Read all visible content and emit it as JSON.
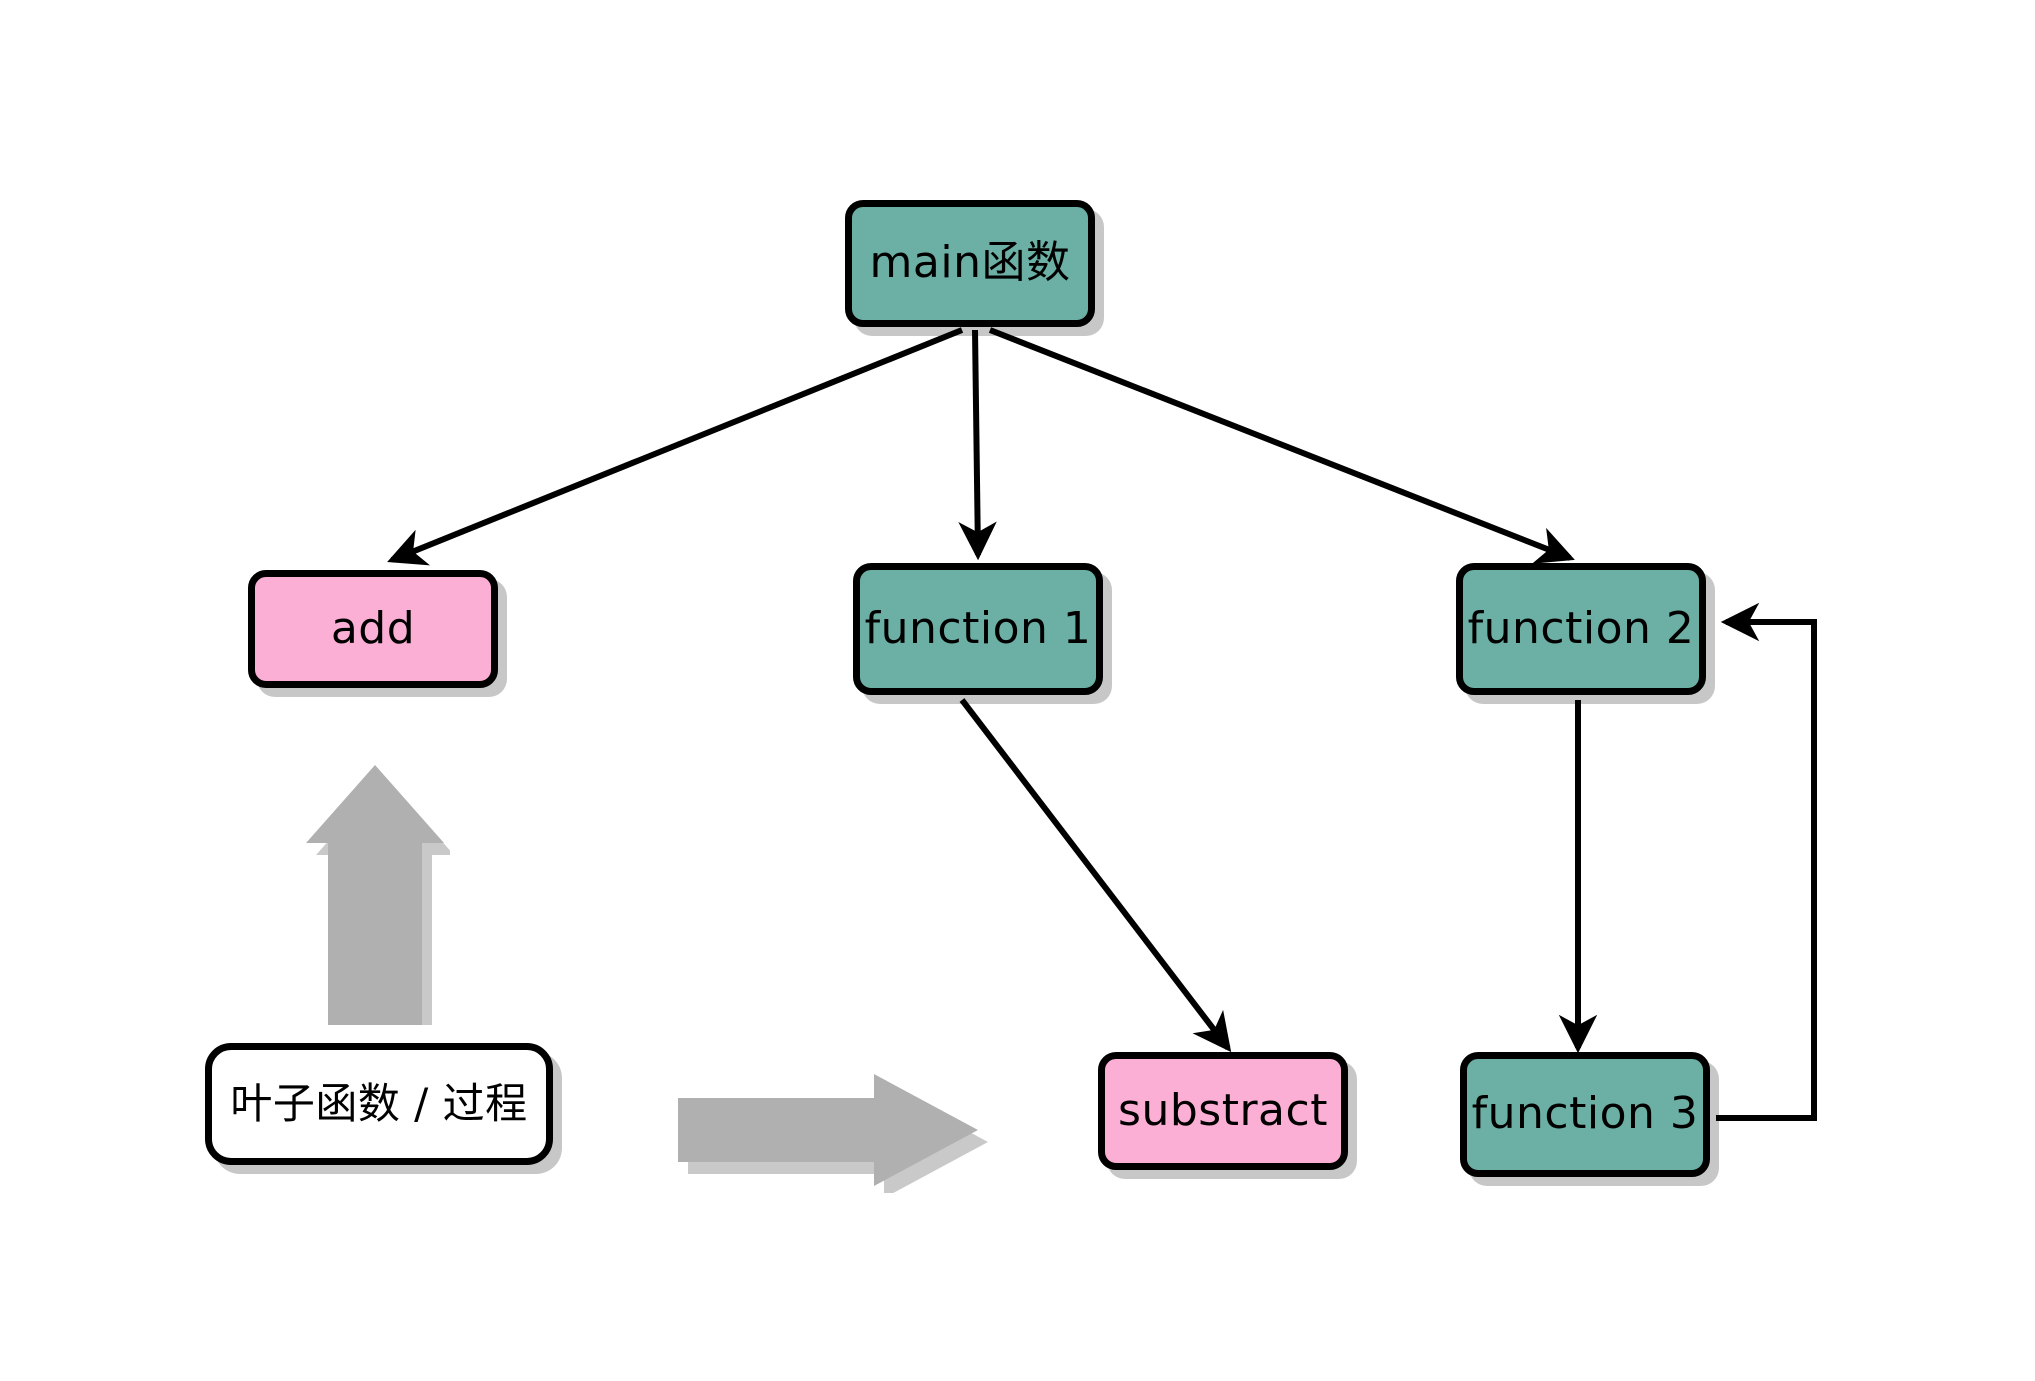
{
  "diagram": {
    "title": "function call hierarchy diagram",
    "background_color": "#ffffff",
    "colors": {
      "non_leaf_fill": "#6BAFA5",
      "leaf_fill": "#FCAFD5",
      "legend_fill": "#FFFFFF",
      "stroke": "#000000",
      "gray_arrow": "#B0B0B0",
      "shadow": "#CCCCCC"
    },
    "nodes": [
      {
        "id": "main",
        "label": "main函数",
        "kind": "non-leaf"
      },
      {
        "id": "add",
        "label": "add",
        "kind": "leaf"
      },
      {
        "id": "function1",
        "label": "function 1",
        "kind": "non-leaf"
      },
      {
        "id": "function2",
        "label": "function 2",
        "kind": "non-leaf"
      },
      {
        "id": "substract",
        "label": "substract",
        "kind": "leaf"
      },
      {
        "id": "function3",
        "label": "function 3",
        "kind": "non-leaf"
      }
    ],
    "legend": {
      "label": "叶子函数 / 过程",
      "points_to": "add"
    },
    "edges": [
      {
        "from": "main",
        "to": "add",
        "style": "diagonal-arrow"
      },
      {
        "from": "main",
        "to": "function1",
        "style": "vertical-arrow"
      },
      {
        "from": "main",
        "to": "function2",
        "style": "diagonal-arrow"
      },
      {
        "from": "function1",
        "to": "substract",
        "style": "diagonal-arrow"
      },
      {
        "from": "function2",
        "to": "function3",
        "style": "vertical-arrow"
      },
      {
        "from": "function3",
        "to": "function2",
        "style": "orthogonal-feedback-arrow"
      }
    ],
    "annotations": [
      {
        "id": "legend-up-arrow",
        "icon": "block-arrow-up",
        "color": "#B0B0B0"
      },
      {
        "id": "legend-right-arrow",
        "icon": "block-arrow-right",
        "color": "#B0B0B0"
      }
    ]
  }
}
